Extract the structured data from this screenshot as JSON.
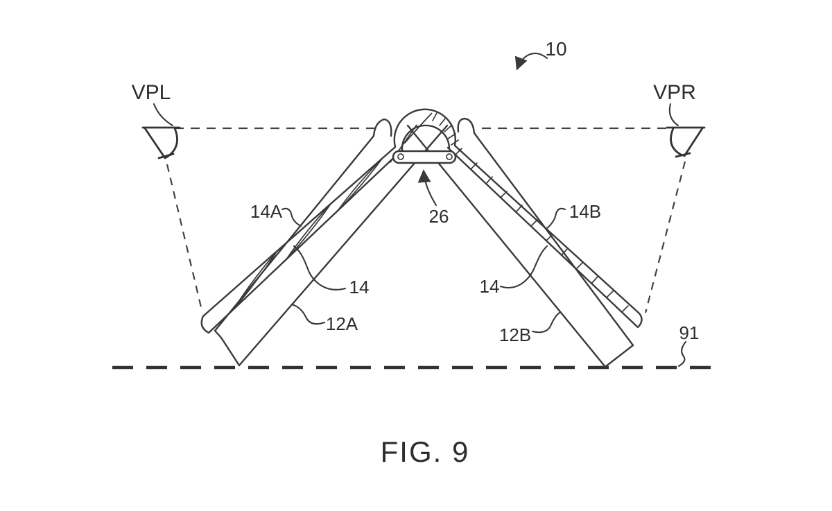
{
  "figure": {
    "type": "patent-line-drawing",
    "caption": "FIG. 9",
    "labels": {
      "viewpoint_left": "VPL",
      "viewpoint_right": "VPR",
      "device": "10",
      "hinge": "26",
      "display_region_left": "14A",
      "display_region_right": "14B",
      "display_layer_left": "14",
      "display_layer_right": "14",
      "housing_left": "12A",
      "housing_right": "12B",
      "ground": "91"
    },
    "colors": {
      "line": "#3a3a3a",
      "text": "#2d2d2d",
      "background": "#ffffff"
    }
  }
}
